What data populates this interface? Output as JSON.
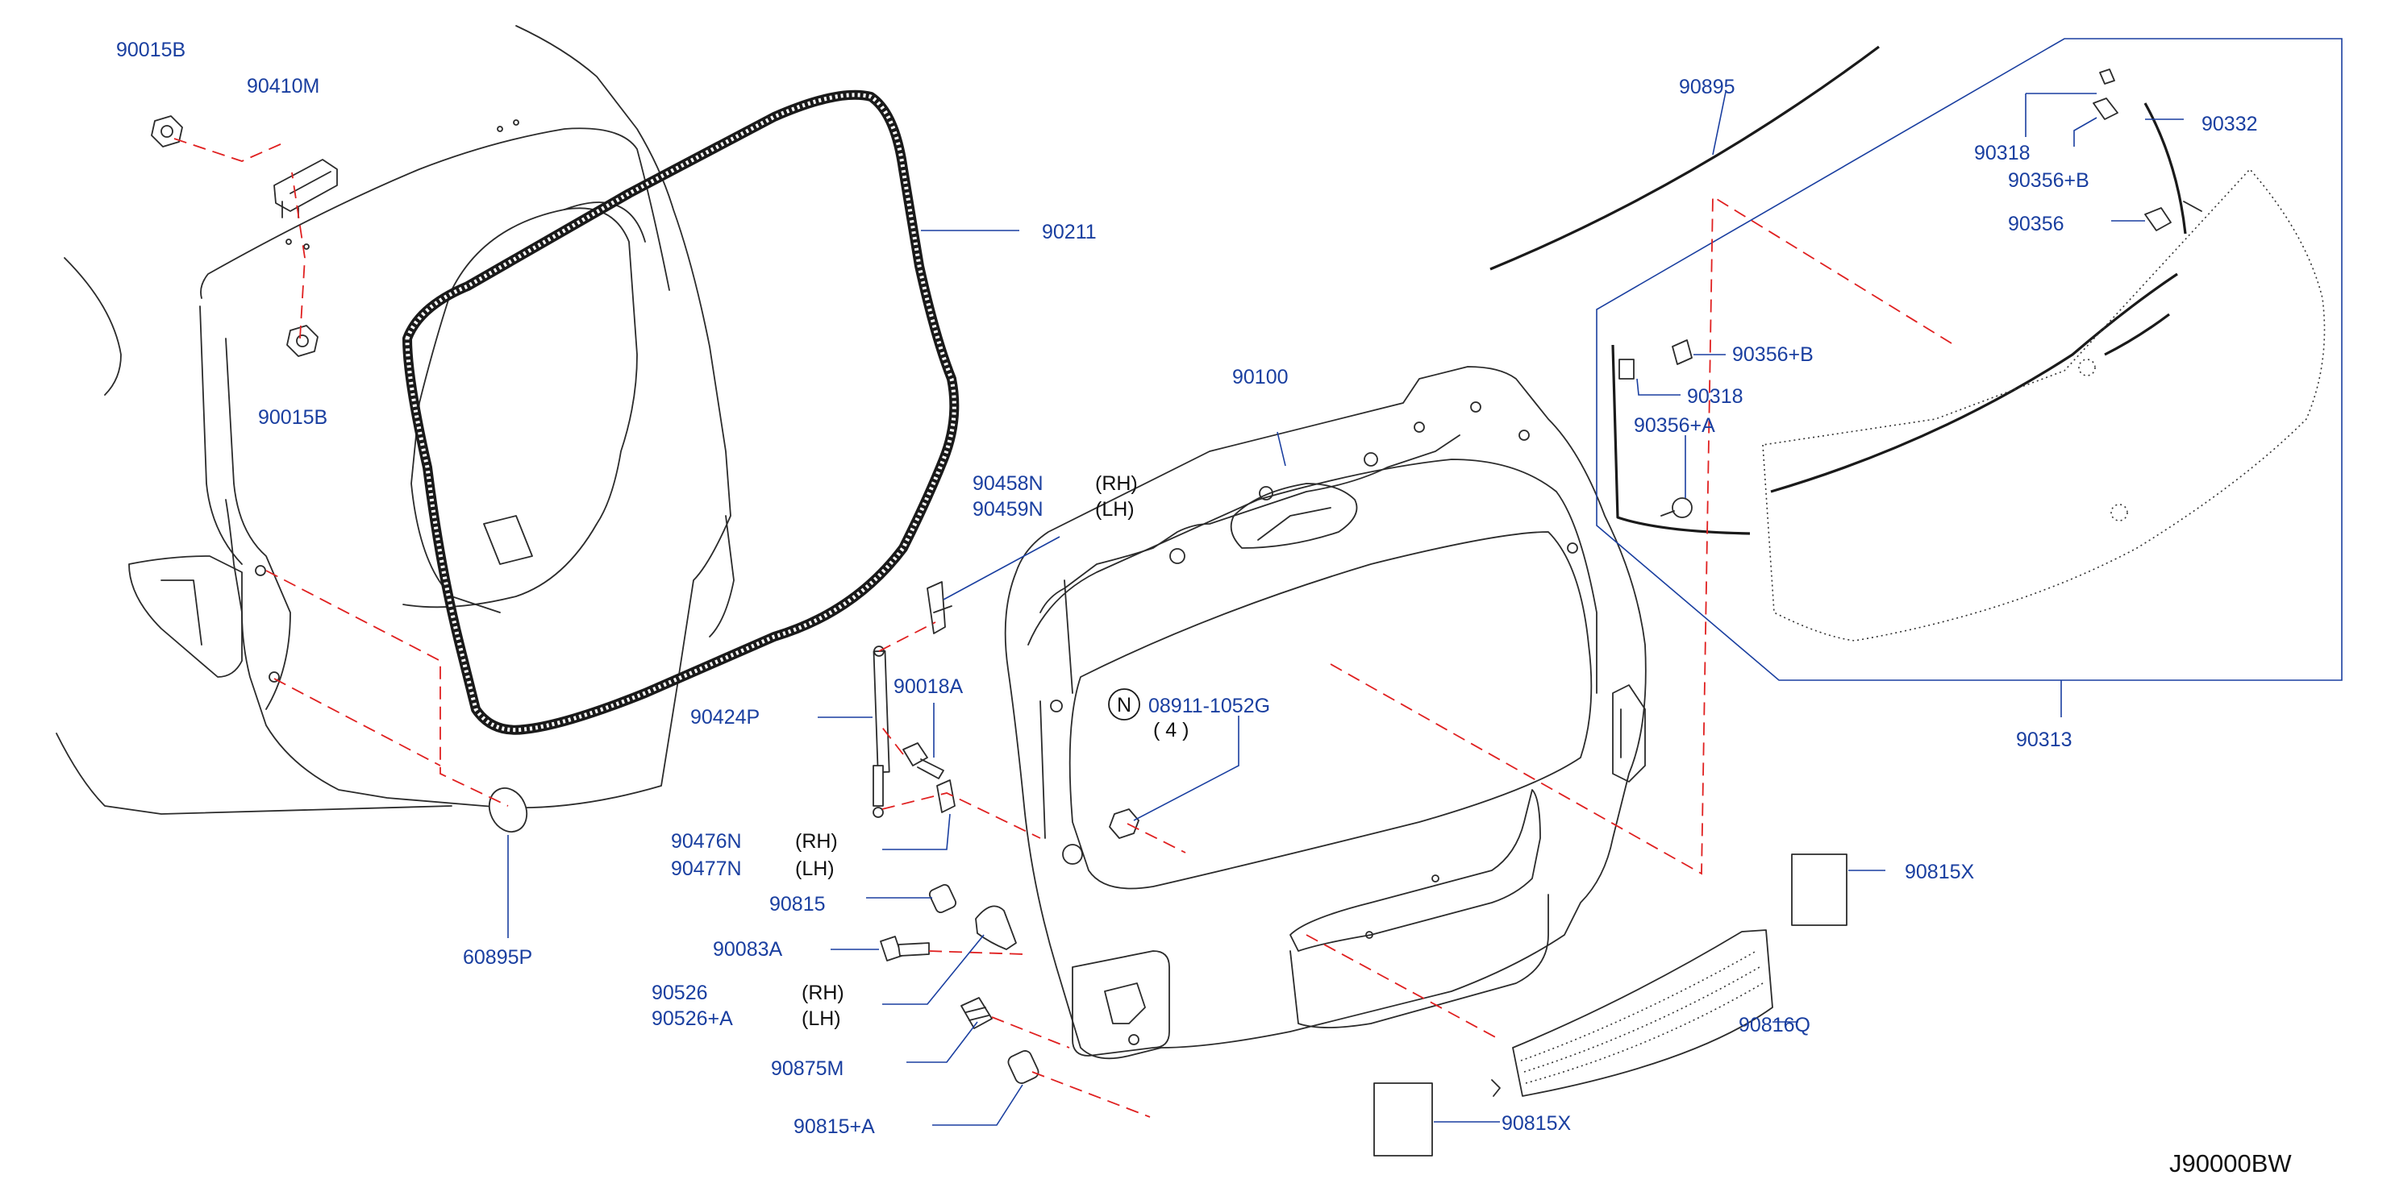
{
  "diagram_code": "J90000BW",
  "parts": [
    {
      "key": "p90015B_top",
      "number": "90015B"
    },
    {
      "key": "p90410M",
      "number": "90410M"
    },
    {
      "key": "p90015B_bottom",
      "number": "90015B"
    },
    {
      "key": "p90211",
      "number": "90211"
    },
    {
      "key": "p60895P",
      "number": "60895P"
    },
    {
      "key": "p90100",
      "number": "90100"
    },
    {
      "key": "p90458N",
      "number": "90458N",
      "side": "(RH)"
    },
    {
      "key": "p90459N",
      "number": "90459N",
      "side": "(LH)"
    },
    {
      "key": "p90018A",
      "number": "90018A"
    },
    {
      "key": "p90424P",
      "number": "90424P"
    },
    {
      "key": "p90476N",
      "number": "90476N",
      "side": "(RH)"
    },
    {
      "key": "p90477N",
      "number": "90477N",
      "side": "(LH)"
    },
    {
      "key": "p90815",
      "number": "90815"
    },
    {
      "key": "p90083A",
      "number": "90083A"
    },
    {
      "key": "p90526",
      "number": "90526",
      "side": "(RH)"
    },
    {
      "key": "p90526A",
      "number": "90526+A",
      "side": "(LH)"
    },
    {
      "key": "p90875M",
      "number": "90875M"
    },
    {
      "key": "p90815A",
      "number": "90815+A"
    },
    {
      "key": "p08911",
      "number": "08911-1052G",
      "qty": "( 4 )",
      "badge": "N"
    },
    {
      "key": "p90895",
      "number": "90895"
    },
    {
      "key": "p90332",
      "number": "90332"
    },
    {
      "key": "p90318_top",
      "number": "90318"
    },
    {
      "key": "p90356B_top",
      "number": "90356+B"
    },
    {
      "key": "p90356",
      "number": "90356"
    },
    {
      "key": "p90356B_mid",
      "number": "90356+B"
    },
    {
      "key": "p90318_mid",
      "number": "90318"
    },
    {
      "key": "p90356A",
      "number": "90356+A"
    },
    {
      "key": "p90313",
      "number": "90313"
    },
    {
      "key": "p90815X_right",
      "number": "90815X"
    },
    {
      "key": "p90816Q",
      "number": "90816Q"
    },
    {
      "key": "p90815X_bottom",
      "number": "90815X"
    }
  ],
  "colors": {
    "label": "#1a3fa0",
    "leader": "#1a3fa0",
    "hidden_line": "#e02020",
    "outline": "#2b2b2b"
  }
}
